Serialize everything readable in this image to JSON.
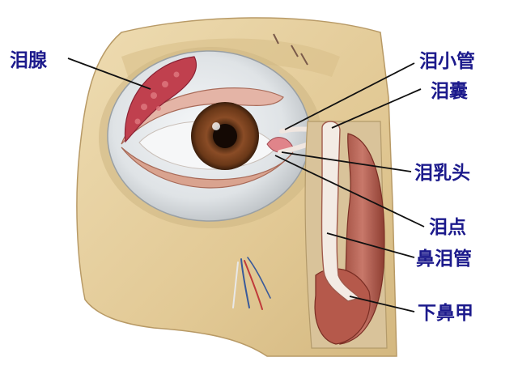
{
  "diagram": {
    "labels": {
      "lacrimal_gland": "泪腺",
      "lacrimal_canaliculus": "泪小管",
      "lacrimal_sac": "泪囊",
      "lacrimal_papilla": "泪乳头",
      "lacrimal_punctum": "泪点",
      "nasolacrimal_duct": "鼻泪管",
      "inferior_turbinate": "下鼻甲"
    },
    "colors": {
      "label_text": "#1c1a8c",
      "leader_line": "#111111",
      "skin": "#e6d0a0",
      "sclera": "#e9ecef",
      "iris": "#7a4424",
      "gland": "#c0404e",
      "nasal_tissue": "#b35a4a"
    }
  }
}
